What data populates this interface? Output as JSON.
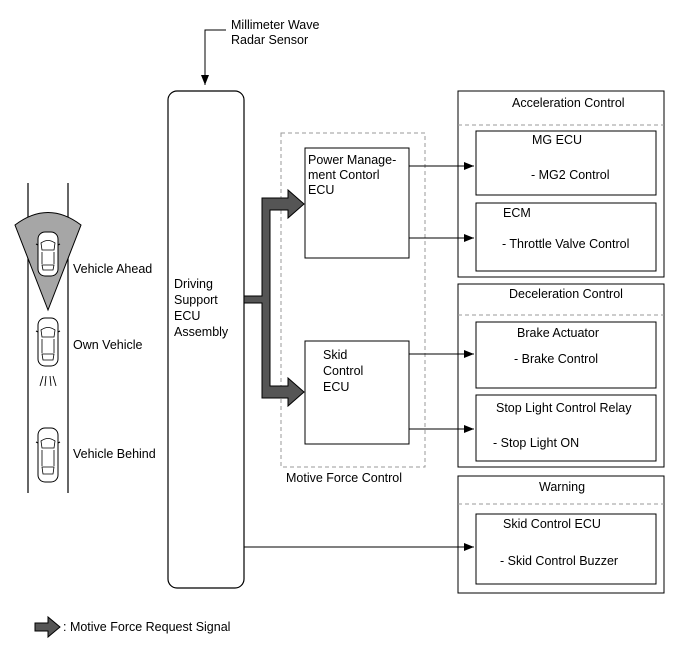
{
  "sensor_label": "Millimeter Wave\nRadar Sensor",
  "driving_support_ecu": "Driving\nSupport\nECU\nAssembly",
  "motive_force_control": {
    "label": "Motive Force Control",
    "power_management_ecu": "Power Manage-\nment Contorl\nECU",
    "skid_control_ecu": "Skid\nControl\nECU"
  },
  "acceleration_control": {
    "title": "Acceleration Control",
    "mg_ecu": {
      "name": "MG ECU",
      "function": "- MG2 Control"
    },
    "ecm": {
      "name": "ECM",
      "function": "- Throttle Valve Control"
    }
  },
  "deceleration_control": {
    "title": "Deceleration Control",
    "brake_actuator": {
      "name": "Brake Actuator",
      "function": "- Brake Control"
    },
    "stop_light_relay": {
      "name": "Stop Light Control Relay",
      "function": "- Stop Light ON"
    }
  },
  "warning": {
    "title": "Warning",
    "skid_control_ecu": {
      "name": "Skid Control ECU",
      "function": "- Skid Control Buzzer"
    }
  },
  "vehicles": {
    "ahead": "Vehicle Ahead",
    "own": "Own Vehicle",
    "behind": "Vehicle Behind"
  },
  "legend": {
    "label": ": Motive Force Request Signal",
    "arrow_color": "#555555"
  },
  "colors": {
    "line": "#000000",
    "radar_cone": "#a6a6a6",
    "dashed_border": "#999999"
  }
}
